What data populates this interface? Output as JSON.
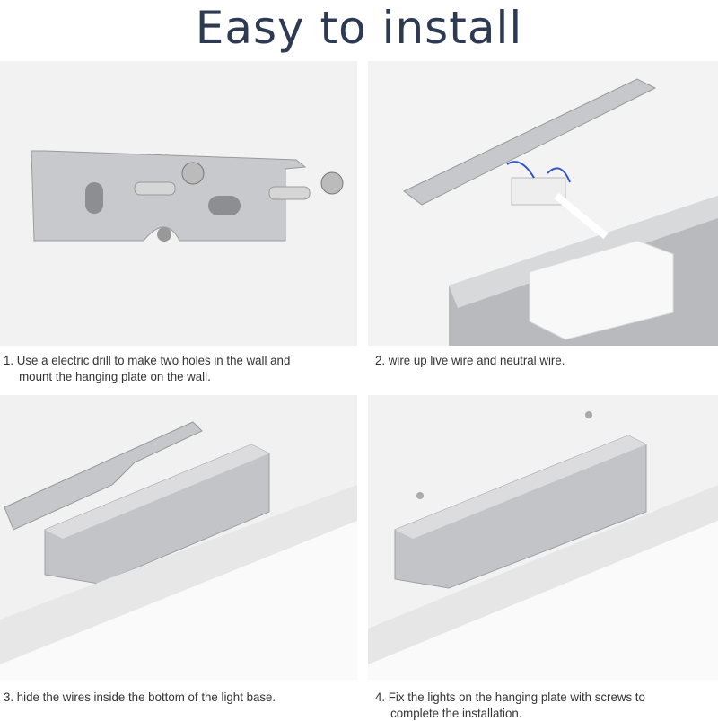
{
  "title": "Easy to install",
  "steps": [
    {
      "line1": "1. Use a electric drill to make two holes in the wall and",
      "line2": "mount the hanging plate on the wall."
    },
    {
      "line1": "2. wire up live wire and neutral wire.",
      "line2": ""
    },
    {
      "line1": "3. hide the wires inside the bottom of the light base.",
      "line2": ""
    },
    {
      "line1": "4. Fix the lights on the hanging plate with screws to",
      "line2": "complete the installation."
    }
  ]
}
